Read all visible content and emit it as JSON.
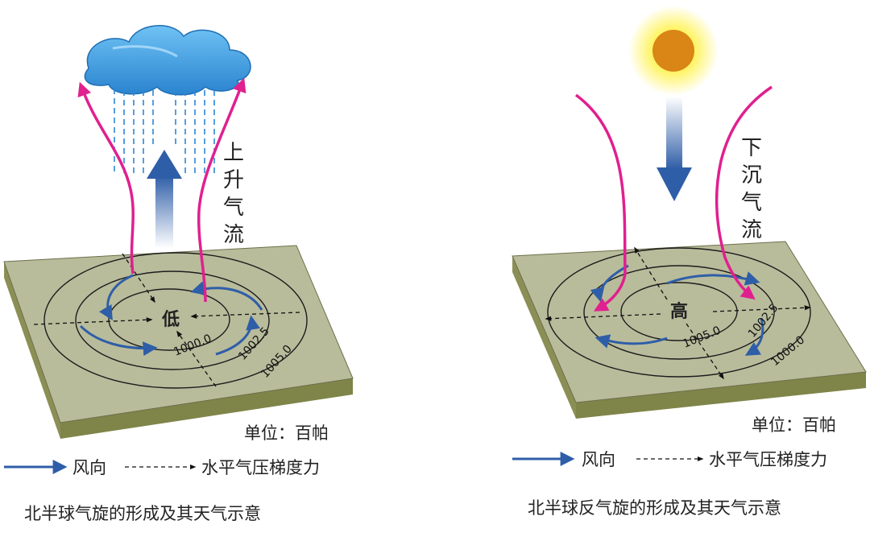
{
  "left": {
    "center_label": "低",
    "vertical_label": [
      "上",
      "升",
      "气",
      "流"
    ],
    "isobars": [
      "1000.0",
      "1002.5",
      "1005.0"
    ],
    "unit": "单位：百帕",
    "legend_wind": "风向",
    "legend_gradient": "水平气压梯度力",
    "caption": "北半球气旋的形成及其天气示意"
  },
  "right": {
    "center_label": "高",
    "vertical_label": [
      "下",
      "沉",
      "气",
      "流"
    ],
    "isobars": [
      "1005.0",
      "1002.5",
      "1000.0"
    ],
    "unit": "单位：百帕",
    "legend_wind": "风向",
    "legend_gradient": "水平气压梯度力",
    "caption": "北半球反气旋的形成及其天气示意"
  },
  "colors": {
    "plate_top": "#b9bc9b",
    "plate_side": "#8b8f55",
    "wind_arrow": "#2f5ea8",
    "airflow_arrow": "#e0208f",
    "sun": "#d98616",
    "cloud": "#3f9fe0"
  }
}
